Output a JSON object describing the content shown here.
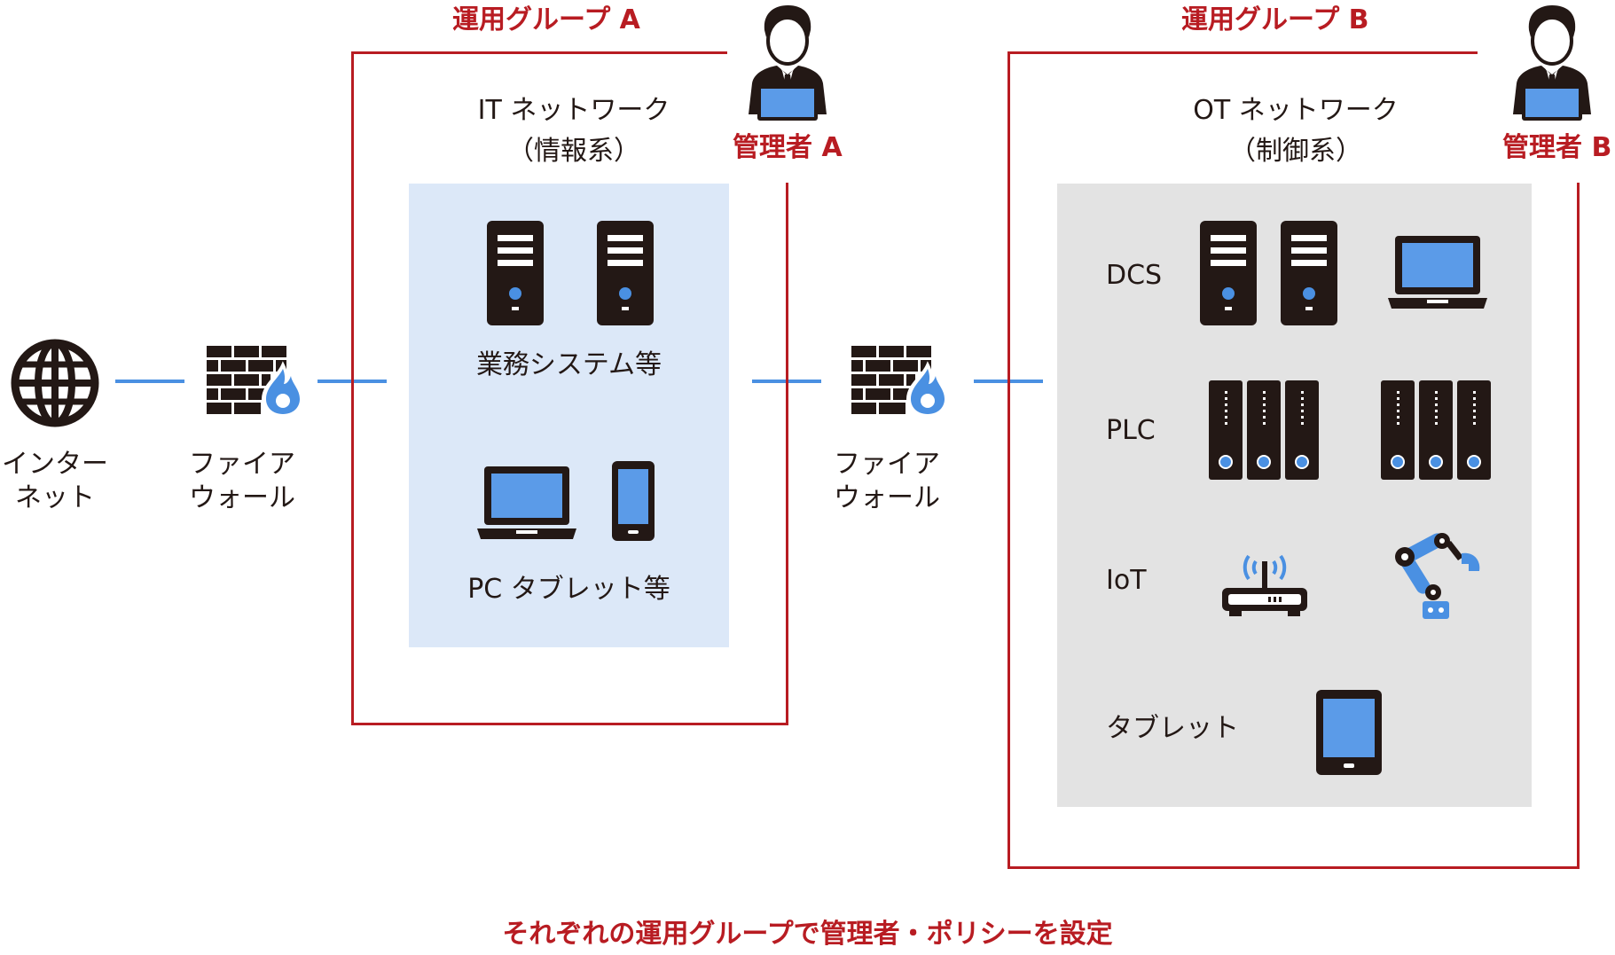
{
  "colors": {
    "accent_red": "#B81C22",
    "link_blue": "#4A90E2",
    "screen_blue": "#5B9BE8",
    "it_zone_bg": "#DCE8F8",
    "ot_zone_bg": "#E3E3E3",
    "icon_dark": "#231815"
  },
  "internet": {
    "label_line1": "インター",
    "label_line2": "ネット",
    "icon": "globe-icon"
  },
  "firewall_1": {
    "label_line1": "ファイア",
    "label_line2": "ウォール",
    "icon": "firewall-icon"
  },
  "firewall_2": {
    "label_line1": "ファイア",
    "label_line2": "ウォール",
    "icon": "firewall-icon"
  },
  "group_a": {
    "title": "運用グループ A",
    "admin_label": "管理者 A",
    "network_title_line1": "IT ネットワーク",
    "network_title_line2": "（情報系）",
    "servers_label": "業務システム等",
    "devices_label": "PC タブレット等"
  },
  "group_b": {
    "title": "運用グループ B",
    "admin_label": "管理者 B",
    "network_title_line1": "OT ネットワーク",
    "network_title_line2": "（制御系）",
    "rows": [
      {
        "label": "DCS"
      },
      {
        "label": "PLC"
      },
      {
        "label": "IoT"
      },
      {
        "label": "タブレット"
      }
    ]
  },
  "footer": {
    "caption": "それぞれの運用グループで管理者・ポリシーを設定"
  }
}
